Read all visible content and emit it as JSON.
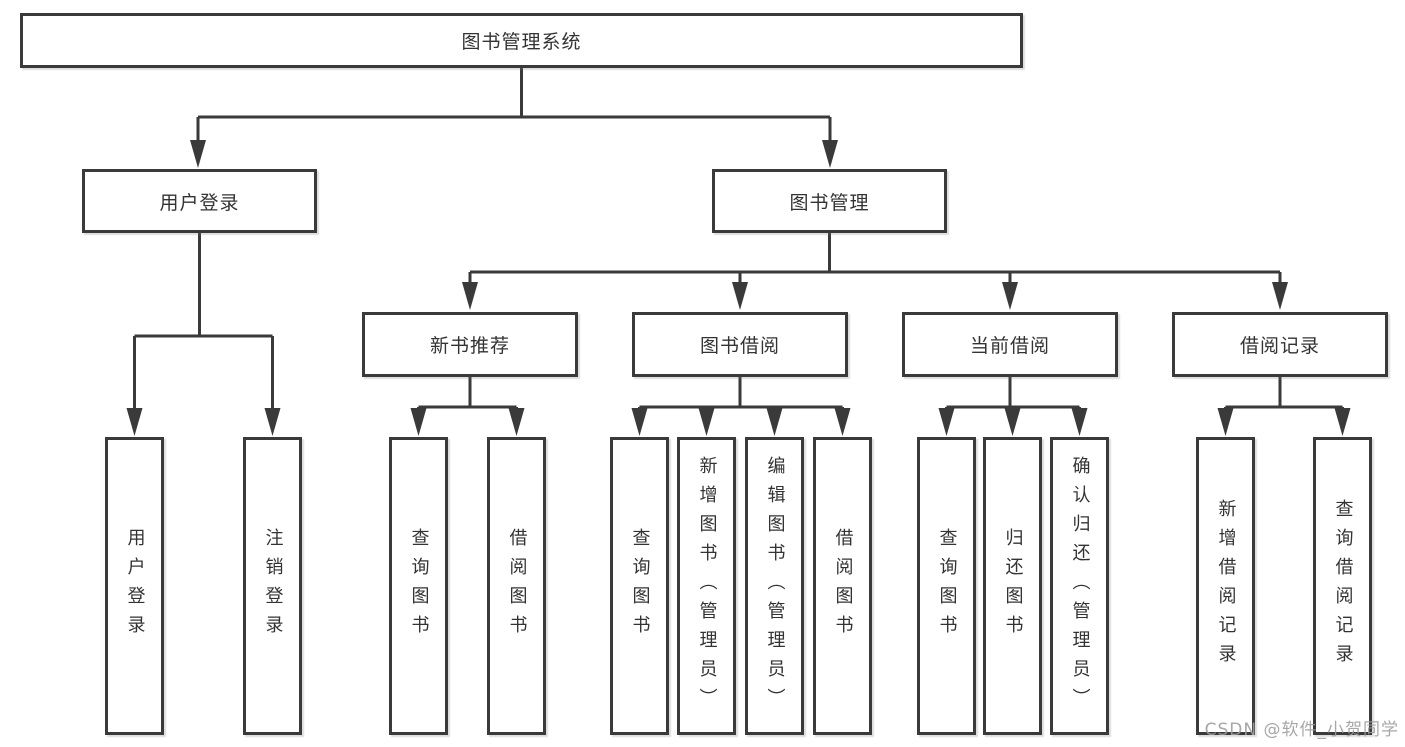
{
  "tree": {
    "root": {
      "label": "图书管理系统"
    },
    "branches": [
      {
        "label": "用户登录",
        "leaves": [
          {
            "label": "用户登录"
          },
          {
            "label": "注销登录"
          }
        ]
      },
      {
        "label": "图书管理",
        "groups": [
          {
            "label": "新书推荐",
            "leaves": [
              {
                "label": "查询图书"
              },
              {
                "label": "借阅图书"
              }
            ]
          },
          {
            "label": "图书借阅",
            "leaves": [
              {
                "label": "查询图书"
              },
              {
                "label": "新增图书（管理员）"
              },
              {
                "label": "编辑图书（管理员）"
              },
              {
                "label": "借阅图书"
              }
            ]
          },
          {
            "label": "当前借阅",
            "leaves": [
              {
                "label": "查询图书"
              },
              {
                "label": "归还图书"
              },
              {
                "label": "确认归还（管理员）"
              }
            ]
          },
          {
            "label": "借阅记录",
            "leaves": [
              {
                "label": "新增借阅记录"
              },
              {
                "label": "查询借阅记录"
              }
            ]
          }
        ]
      }
    ]
  },
  "watermark": {
    "text": "CSDN @软件_小贺同学"
  },
  "colors": {
    "line": "#3a3a3a",
    "text": "#333333",
    "background": "#ffffff",
    "watermark": "#9e9e9e"
  }
}
